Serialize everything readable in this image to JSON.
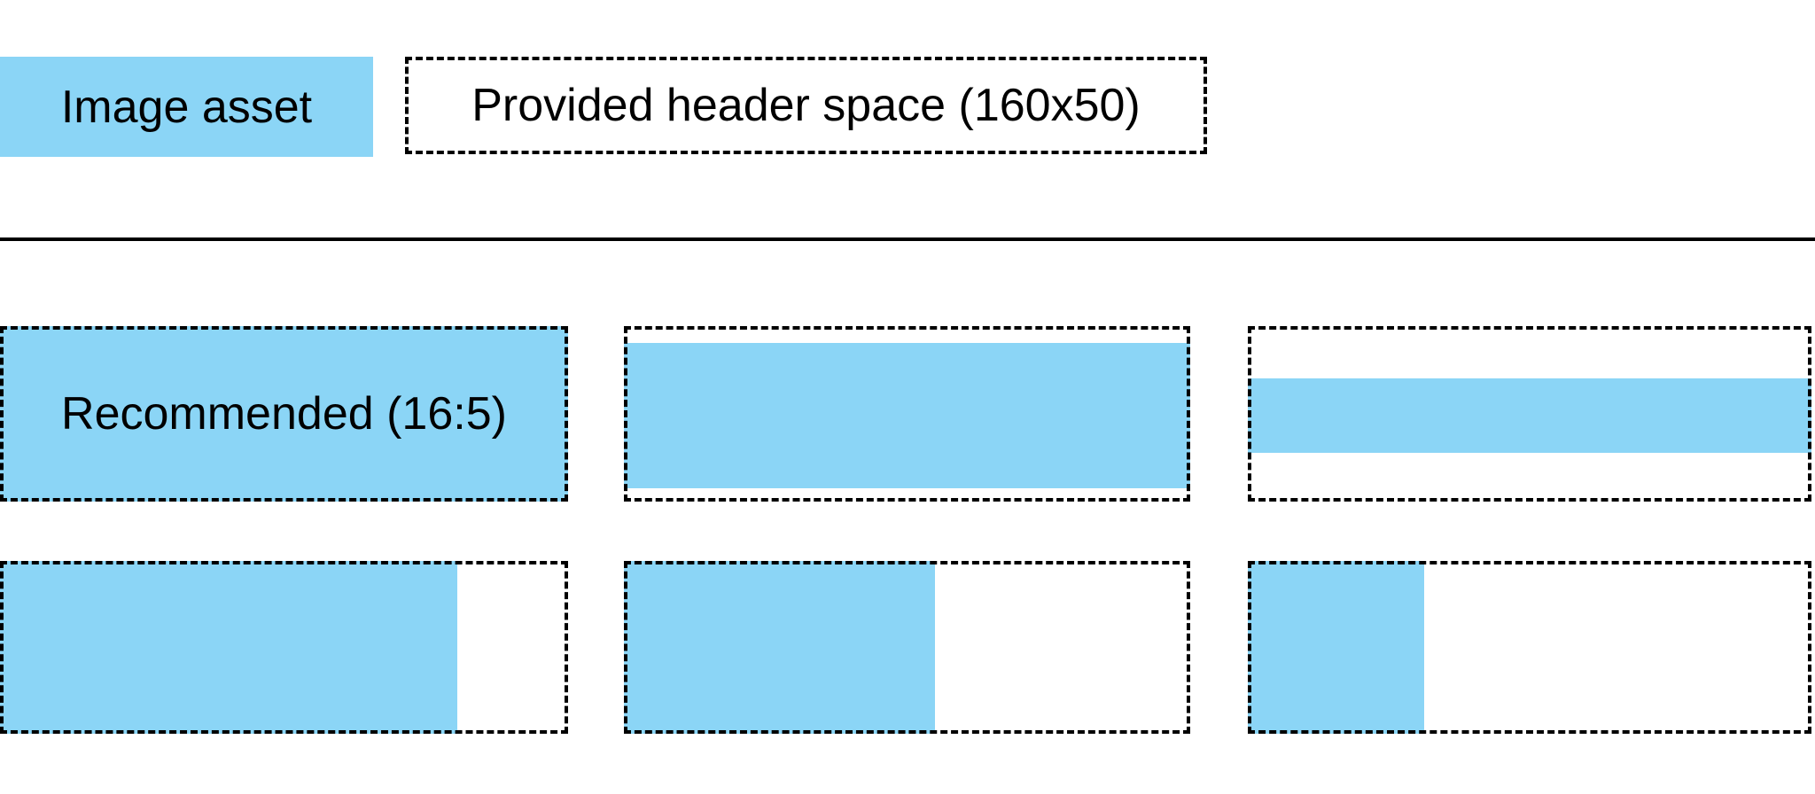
{
  "colors": {
    "asset_blue": "#8BD5F6",
    "line_black": "#000000"
  },
  "legend": {
    "image_asset": {
      "label": "Image asset"
    },
    "header_space": {
      "label": "Provided header space (160x50)"
    }
  },
  "examples": {
    "cells": [
      {
        "name": "recommended-16-5",
        "label": "Recommended (16:5)",
        "fill": {
          "left_pct": 0,
          "top_pct": 0,
          "width_pct": 100,
          "height_pct": 100
        }
      },
      {
        "name": "full-width-taller-asset",
        "label": "",
        "fill": {
          "left_pct": 0,
          "top_pct": 9.6,
          "width_pct": 100,
          "height_pct": 83
        }
      },
      {
        "name": "full-width-short-strip-asset",
        "label": "",
        "fill": {
          "left_pct": 0,
          "top_pct": 29.8,
          "width_pct": 100,
          "height_pct": 42.4
        }
      },
      {
        "name": "partial-width-80pct-asset",
        "label": "",
        "fill": {
          "left_pct": 0,
          "top_pct": 0,
          "width_pct": 80.5,
          "height_pct": 100
        }
      },
      {
        "name": "partial-width-55pct-asset",
        "label": "",
        "fill": {
          "left_pct": 0,
          "top_pct": 0,
          "width_pct": 55,
          "height_pct": 100
        }
      },
      {
        "name": "partial-width-31pct-asset",
        "label": "",
        "fill": {
          "left_pct": 0,
          "top_pct": 0,
          "width_pct": 31.3,
          "height_pct": 100
        }
      }
    ]
  }
}
